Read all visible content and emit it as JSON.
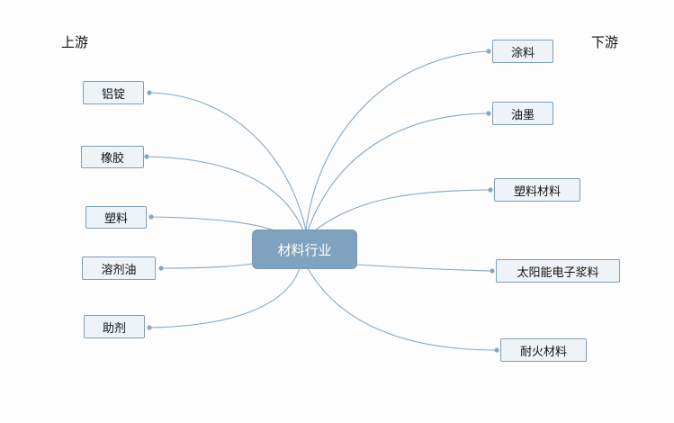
{
  "center": {
    "label": "材料行业"
  },
  "upstream": {
    "title": "上游",
    "items": [
      {
        "label": "铝锭"
      },
      {
        "label": "橡胶"
      },
      {
        "label": "塑料"
      },
      {
        "label": "溶剂油"
      },
      {
        "label": "助剂"
      }
    ]
  },
  "downstream": {
    "title": "下游",
    "items": [
      {
        "label": "涂料"
      },
      {
        "label": "油墨"
      },
      {
        "label": "塑料材料"
      },
      {
        "label": "太阳能电子浆料"
      },
      {
        "label": "耐火材料"
      }
    ]
  },
  "colors": {
    "link": "#87a7c1",
    "node_fill": "#eef3f7",
    "node_border": "#7f9eb8",
    "center_fill": "#7fa2be"
  }
}
